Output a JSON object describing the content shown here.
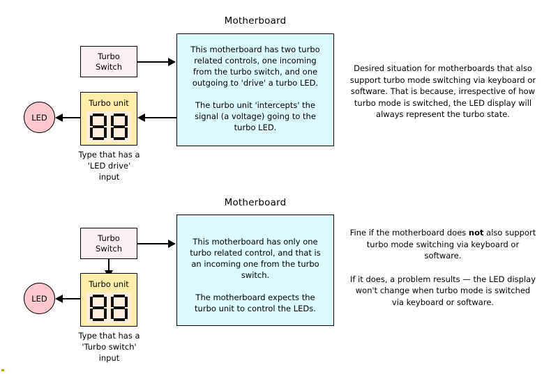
{
  "colors": {
    "motherboard_fill": "#ddfbff",
    "switch_fill": "#fbf0f6",
    "turbo_unit_fill": "#ffeeaa",
    "led_fill": "#ffc8cf",
    "display_fill": "#fdeedd",
    "outline": "#000000"
  },
  "diagrams": [
    {
      "id": "upper",
      "motherboard_title": "Motherboard",
      "motherboard_paragraphs": [
        "This motherboard has two turbo related controls, one incoming from the turbo switch, and one outgoing to 'drive' a turbo LED.",
        "The turbo unit 'intercepts' the signal (a voltage) going to the turbo LED."
      ],
      "switch_label_line1": "Turbo",
      "switch_label_line2": "Switch",
      "turbo_unit_label": "Turbo unit",
      "display_value": "88",
      "led_label": "LED",
      "caption_lines": [
        "Type that has a",
        "'LED drive'",
        "input"
      ],
      "side_note_paragraphs": [
        "Desired situation for motherboards that also support turbo mode switching via keyboard or software. That is because, irrespective of how turbo mode is switched, the LED display will always represent the turbo state."
      ]
    },
    {
      "id": "lower",
      "motherboard_title": "Motherboard",
      "motherboard_paragraphs": [
        "This motherboard has only one turbo related control, and that is an incoming one from the turbo switch.",
        "The motherboard expects the turbo unit to control the LEDs."
      ],
      "switch_label_line1": "Turbo",
      "switch_label_line2": "Switch",
      "turbo_unit_label": "Turbo unit",
      "display_value": "88",
      "led_label": "LED",
      "caption_lines": [
        "Type that has a",
        "'Turbo switch'",
        "input"
      ],
      "side_note_paragraphs": [
        "Fine if the motherboard does <b>not</b> also support turbo mode switching via keyboard or software.",
        "If it does, a problem results — the LED display won't change when turbo mode is switched via keyboard or software."
      ]
    }
  ]
}
